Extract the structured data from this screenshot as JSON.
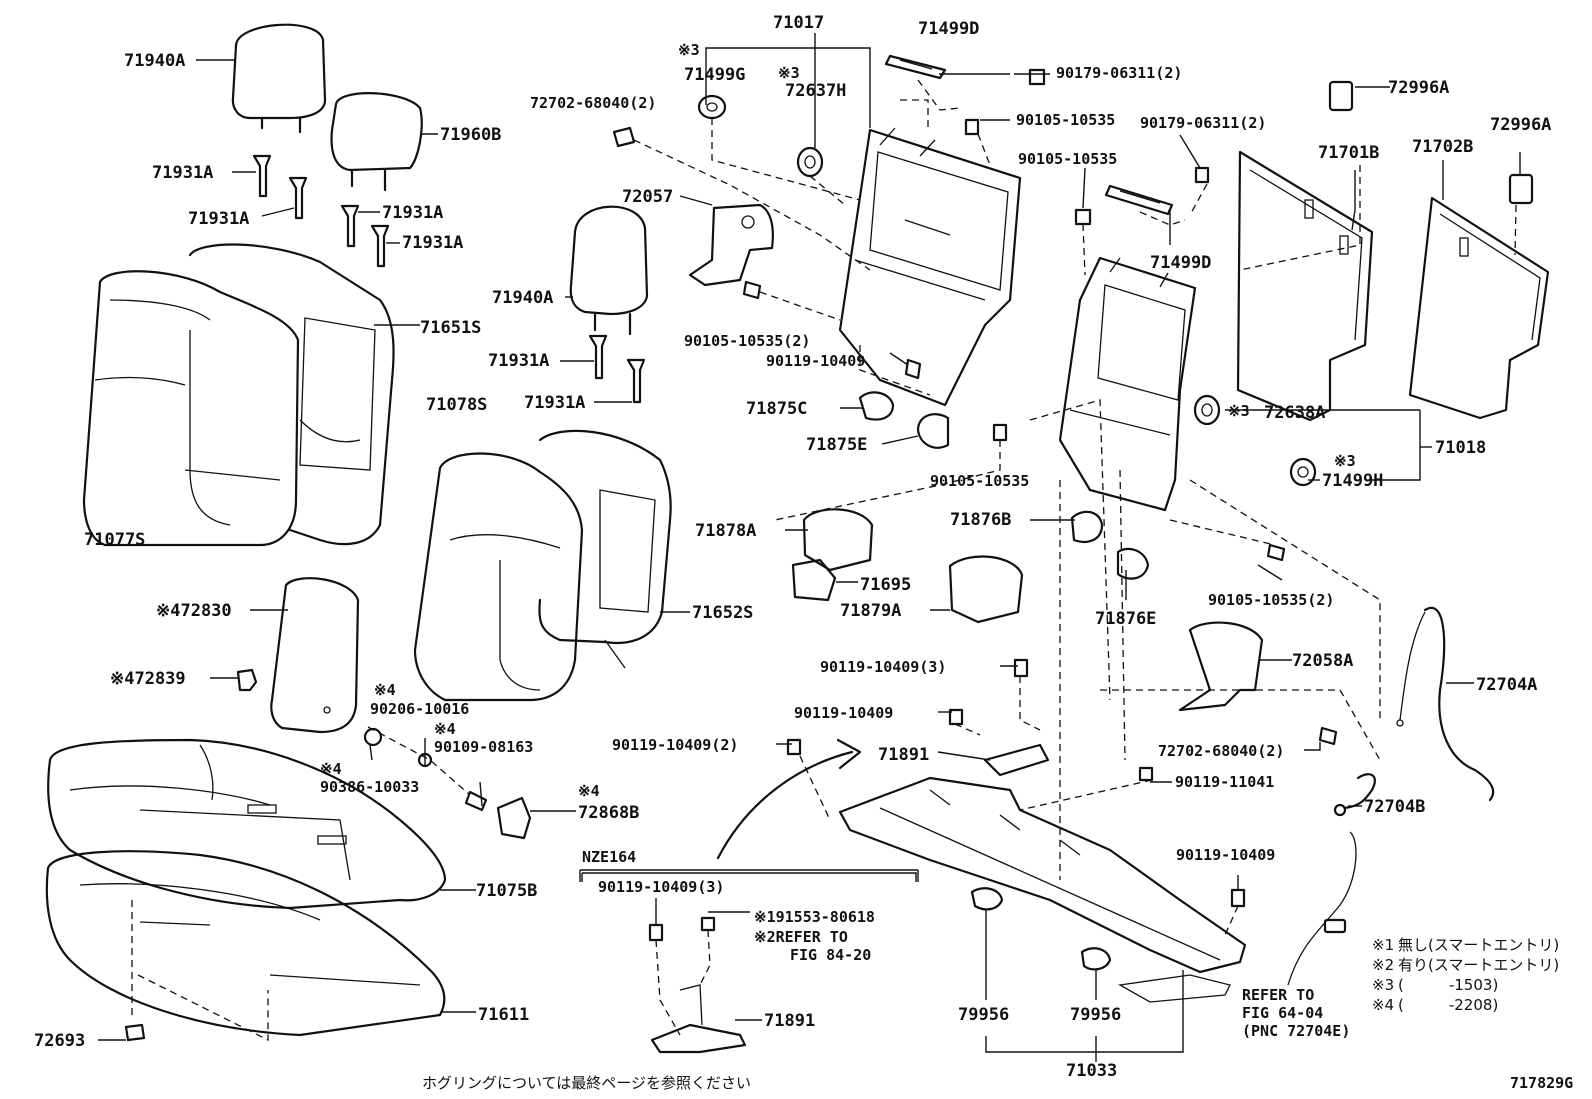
{
  "labels": {
    "p71017": "71017",
    "p71499D_top": "71499D",
    "p90179_06311_top": "90179-06311(2)",
    "mark3_71499G": "※3",
    "p71499G": "71499G",
    "mark3_72637H": "※3",
    "p72637H": "72637H",
    "p72702_68040_top": "72702-68040(2)",
    "p90105_10535_a": "90105-10535",
    "p90179_06311_mid": "90179-06311(2)",
    "p72996A_a": "72996A",
    "p72996A_b": "72996A",
    "p71940A_top": "71940A",
    "p71960B": "71960B",
    "p71931A_1": "71931A",
    "p71931A_2": "71931A",
    "p71931A_3": "71931A",
    "p71931A_4": "71931A",
    "p72057": "72057",
    "p90105_10535_b": "90105-10535",
    "p71701B": "71701B",
    "p71702B": "71702B",
    "p71499D_mid": "71499D",
    "p71940A_mid": "71940A",
    "p71651S": "71651S",
    "p90105_10535_2a": "90105-10535(2)",
    "p90119_10409_a": "90119-10409",
    "p71931A_5": "71931A",
    "p71931A_6": "71931A",
    "p71875C": "71875C",
    "p71875E": "71875E",
    "p90105_10535_c": "90105-10535",
    "mark3_72638A": "※3",
    "p72638A": "72638A",
    "p71018": "71018",
    "mark3_71499H": "※3",
    "p71499H": "71499H",
    "p71078S": "71078S",
    "p71077S": "71077S",
    "p71878A": "71878A",
    "p71876B": "71876B",
    "p71695": "71695",
    "p71879A": "71879A",
    "p71652S": "71652S",
    "p72830": "※472830",
    "p71876E": "71876E",
    "p90105_10535_2b": "90105-10535(2)",
    "p72058A": "72058A",
    "p72704A": "72704A",
    "p90119_10409_3a": "90119-10409(3)",
    "p72839": "※472839",
    "mark4_90206": "※4",
    "p90206_10016": "90206-10016",
    "mark4_90109": "※4",
    "p90109_08163": "90109-08163",
    "p90119_10409_b": "90119-10409",
    "mark4_90386": "※4",
    "p90386_10033": "90386-10033",
    "p90119_10409_2": "90119-10409(2)",
    "p71891_a": "71891",
    "p72702_68040_bot": "72702-68040(2)",
    "p90119_11041": "90119-11041",
    "mark4_72868B": "※4",
    "p72868B": "72868B",
    "p72704B": "72704B",
    "nze164": "NZE164",
    "p90119_10409_c": "90119-10409",
    "p90119_10409_3b": "90119-10409(3)",
    "p91553_80618": "※191553-80618",
    "p71075B": "71075B",
    "refer_84_1": "※2REFER TO",
    "refer_84_2": "FIG 84-20",
    "p71611": "71611",
    "p79956_a": "79956",
    "p79956_b": "79956",
    "p72693": "72693",
    "p71891_b": "71891",
    "refer_64_1": "REFER TO",
    "refer_64_2": "FIG 64-04",
    "refer_64_3": "(PNC 72704E)",
    "p71033": "71033",
    "footer_note": "ホグリングについては最終ページを参照ください",
    "fig_code": "717829G"
  },
  "legend": [
    {
      "mark": "※1",
      "text": "無し(スマートエントリ)"
    },
    {
      "mark": "※2",
      "text": "有り(スマートエントリ)"
    },
    {
      "mark": "※3",
      "text": "(　　　-1503)"
    },
    {
      "mark": "※4",
      "text": "(　　　-2208)"
    }
  ]
}
